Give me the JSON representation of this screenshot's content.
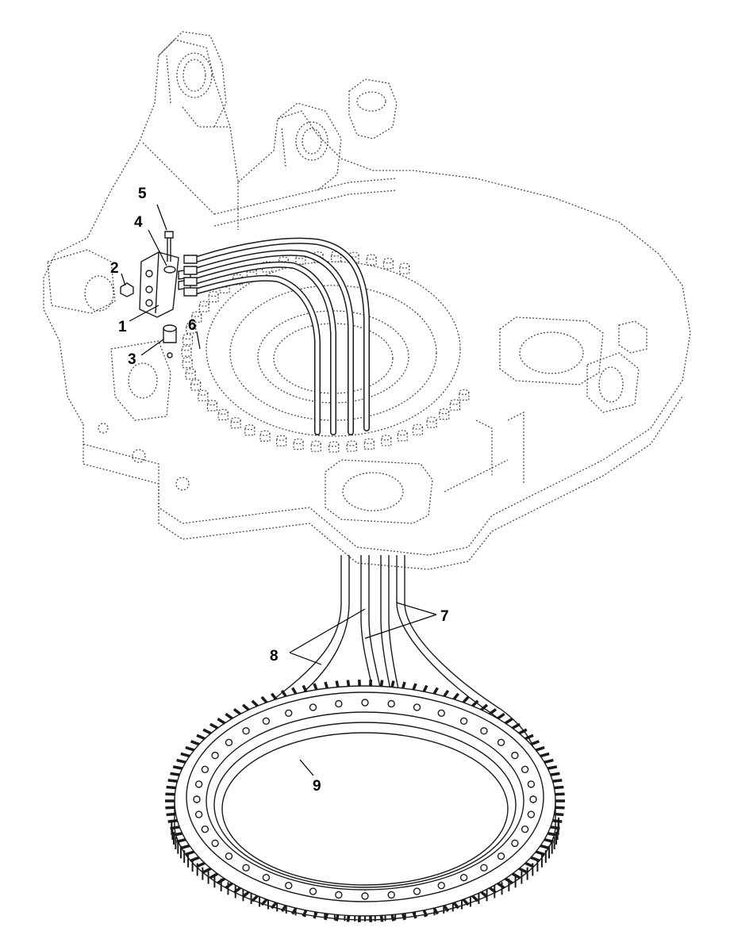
{
  "callouts": [
    {
      "id": "c1",
      "label": "1"
    },
    {
      "id": "c2",
      "label": "2"
    },
    {
      "id": "c3",
      "label": "3"
    },
    {
      "id": "c4",
      "label": "4"
    },
    {
      "id": "c5",
      "label": "5"
    },
    {
      "id": "c6",
      "label": "6"
    },
    {
      "id": "c7",
      "label": "7"
    },
    {
      "id": "c8",
      "label": "8"
    },
    {
      "id": "c9",
      "label": "9"
    }
  ],
  "colors": {
    "line": "#1a1a1a",
    "phantom": "#4a4a4a",
    "background": "#ffffff"
  }
}
